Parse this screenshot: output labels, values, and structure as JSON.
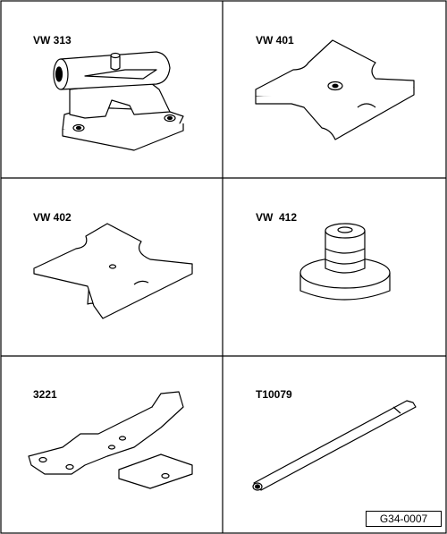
{
  "tools": [
    {
      "label": "VW 313"
    },
    {
      "label": "VW 401"
    },
    {
      "label": "VW 402"
    },
    {
      "label": "VW  412"
    },
    {
      "label": "3221"
    },
    {
      "label": "T10079"
    }
  ],
  "figure_ref": "G34-0007"
}
